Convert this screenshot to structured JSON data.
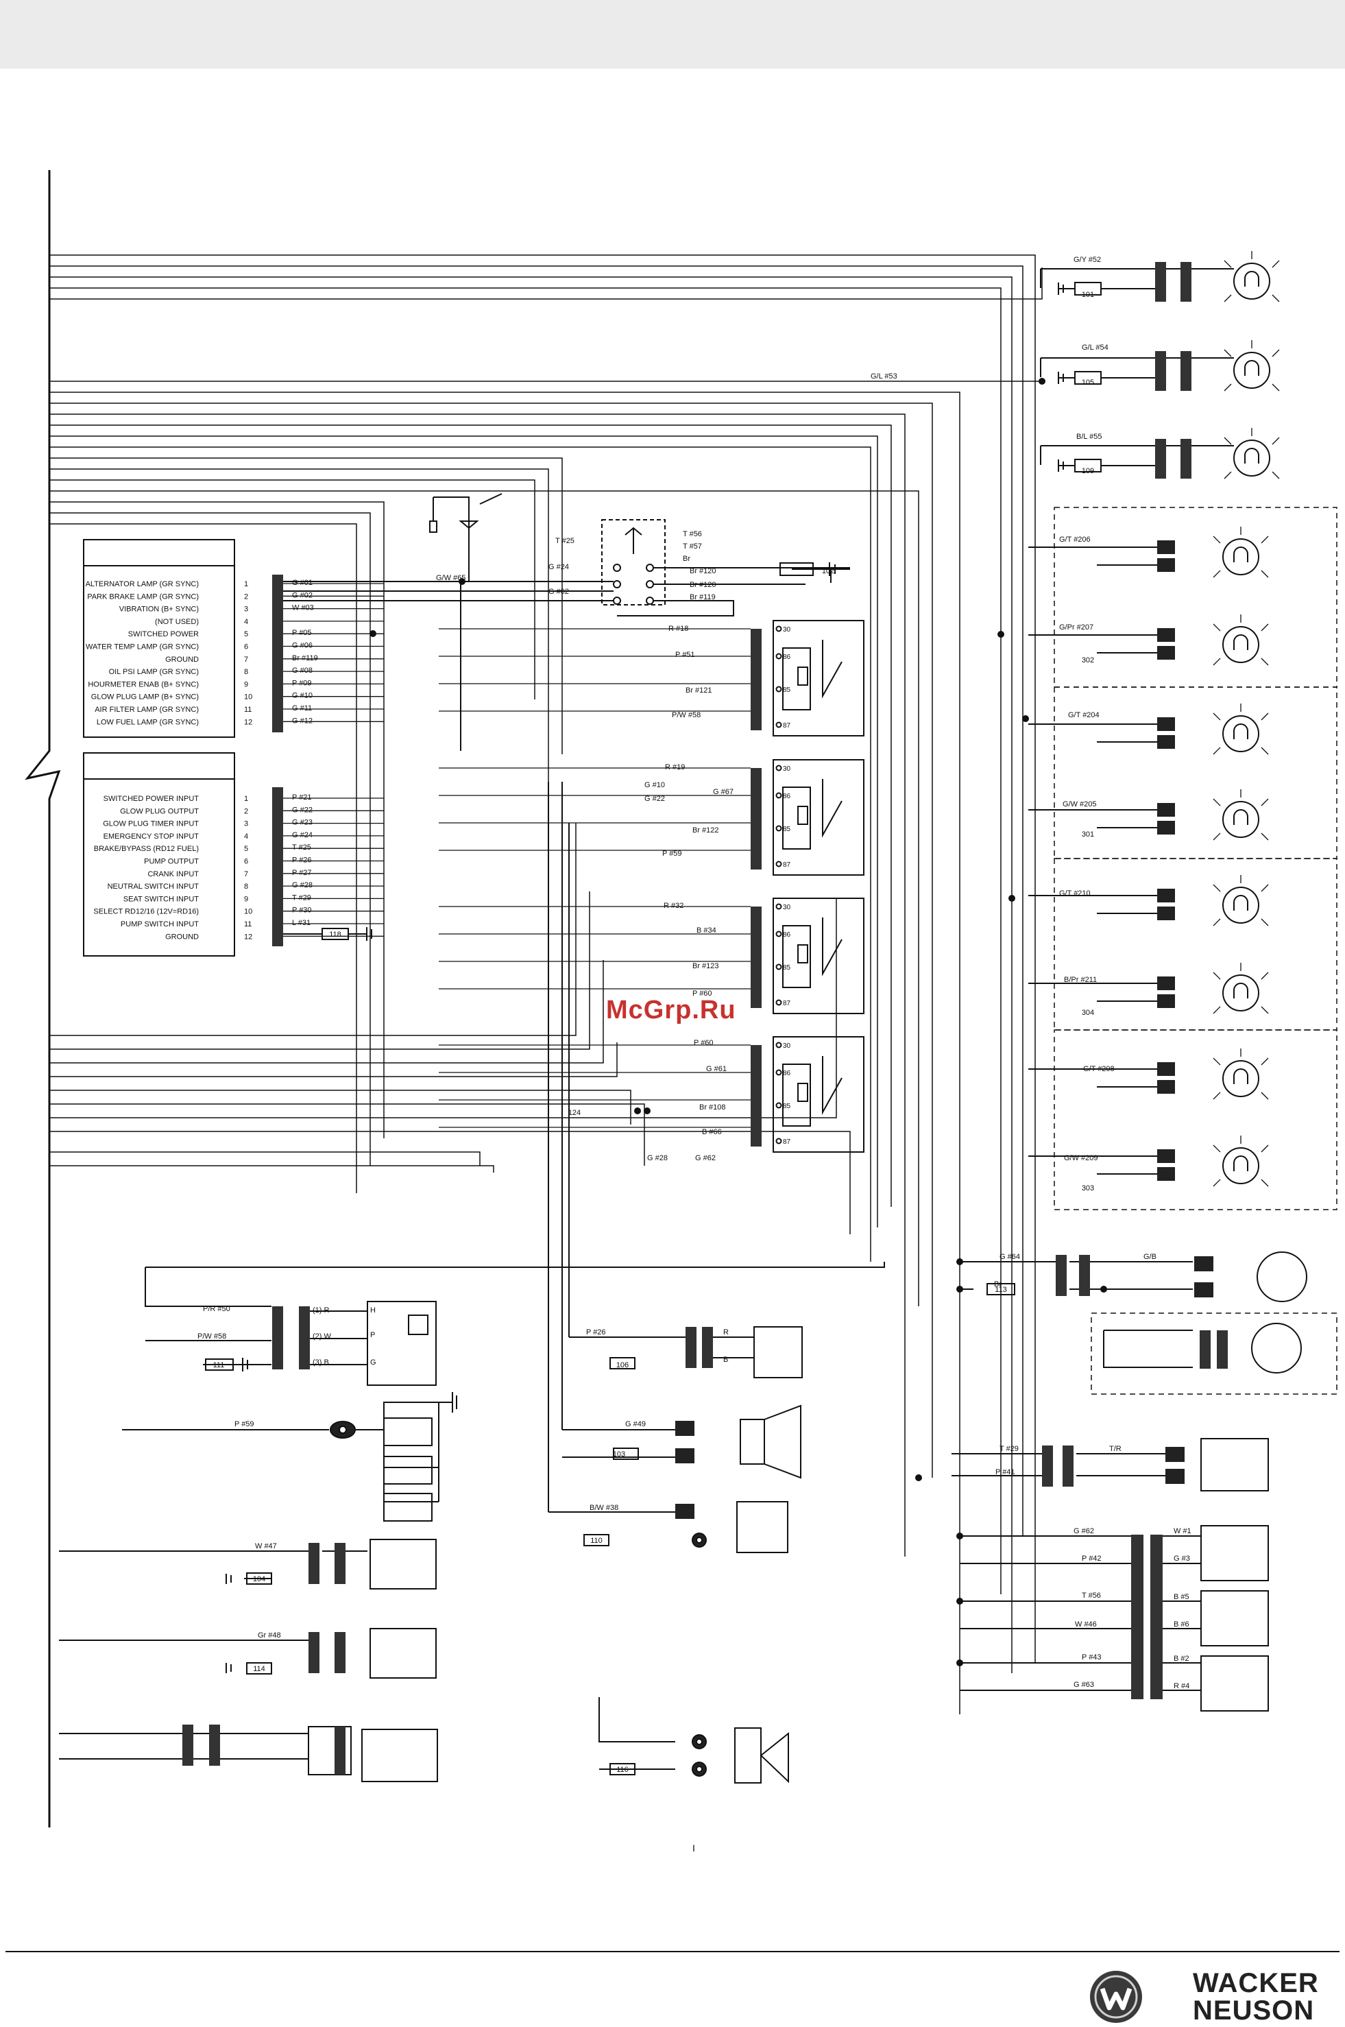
{
  "watermark": "McGrp.Ru",
  "brand": {
    "line1": "WACKER",
    "line2": "NEUSON"
  },
  "page_mark": "I",
  "module1_pins": [
    {
      "n": "1",
      "label": "ALTERNATOR LAMP (GR SYNC)",
      "wire": "G #01"
    },
    {
      "n": "2",
      "label": "PARK BRAKE LAMP (GR SYNC)",
      "wire": "G #02"
    },
    {
      "n": "3",
      "label": "VIBRATION (B+ SYNC)",
      "wire": "W #03"
    },
    {
      "n": "4",
      "label": "(NOT USED)",
      "wire": ""
    },
    {
      "n": "5",
      "label": "SWITCHED POWER",
      "wire": "P #05"
    },
    {
      "n": "6",
      "label": "WATER TEMP LAMP (GR SYNC)",
      "wire": "G #06"
    },
    {
      "n": "7",
      "label": "GROUND",
      "wire": "Br #119"
    },
    {
      "n": "8",
      "label": "OIL PSI LAMP (GR SYNC)",
      "wire": "G #08"
    },
    {
      "n": "9",
      "label": "HOURMETER ENAB (B+ SYNC)",
      "wire": "P #09"
    },
    {
      "n": "10",
      "label": "GLOW PLUG LAMP (B+ SYNC)",
      "wire": "G #10"
    },
    {
      "n": "11",
      "label": "AIR FILTER LAMP (GR SYNC)",
      "wire": "G #11"
    },
    {
      "n": "12",
      "label": "LOW FUEL LAMP (GR SYNC)",
      "wire": "G #12"
    }
  ],
  "module2_pins": [
    {
      "n": "1",
      "label": "SWITCHED POWER INPUT",
      "wire": "P #21"
    },
    {
      "n": "2",
      "label": "GLOW PLUG OUTPUT",
      "wire": "G #22"
    },
    {
      "n": "3",
      "label": "GLOW PLUG TIMER INPUT",
      "wire": "G #23"
    },
    {
      "n": "4",
      "label": "EMERGENCY STOP INPUT",
      "wire": "G #24"
    },
    {
      "n": "5",
      "label": "BRAKE/BYPASS (RD12 FUEL)",
      "wire": "T #25"
    },
    {
      "n": "6",
      "label": "PUMP OUTPUT",
      "wire": "P #26"
    },
    {
      "n": "7",
      "label": "CRANK INPUT",
      "wire": "P #27"
    },
    {
      "n": "8",
      "label": "NEUTRAL SWITCH INPUT",
      "wire": "G #28"
    },
    {
      "n": "9",
      "label": "SEAT SWITCH INPUT",
      "wire": "T #29"
    },
    {
      "n": "10",
      "label": "SELECT RD12/16 (12V=RD16)",
      "wire": "P #30"
    },
    {
      "n": "11",
      "label": "PUMP SWITCH INPUT",
      "wire": "L #31"
    },
    {
      "n": "12",
      "label": "GROUND",
      "wire": ""
    }
  ],
  "ground_refs": [
    "101",
    "105",
    "109",
    "302",
    "301",
    "304",
    "303",
    "102",
    "118",
    "124",
    "113",
    "111",
    "106",
    "103",
    "110",
    "104",
    "114",
    "116"
  ],
  "lamp_wires": [
    "G/Y #52",
    "G/L #54",
    "B/L #55",
    "G/T #206",
    "G/Pr #207",
    "G/T #204",
    "G/W #205",
    "G/T #210",
    "B/Pr #211",
    "G/T #208",
    "G/W #209",
    "G/L #53"
  ],
  "switch_wires": [
    "T #25",
    "G #24",
    "G #02",
    "T #56",
    "T #57",
    "Br",
    "Br #120",
    "Br #120",
    "Br #119",
    "G/W #65"
  ],
  "relay1_wires": [
    "R #18",
    "P #51",
    "Br #121",
    "P/W #58"
  ],
  "relay2_wires": [
    "R #19",
    "G #10",
    "G #22",
    "G #67",
    "Br #122",
    "P #59"
  ],
  "relay3_wires": [
    "R #32",
    "B #34",
    "Br #123",
    "P #60"
  ],
  "relay4_wires": [
    "P #60",
    "G #61",
    "Br #108",
    "B #66",
    "G #28",
    "G #62"
  ],
  "relay_pins": [
    "30",
    "86",
    "85",
    "87"
  ],
  "lower_wires": {
    "g64": "G #64",
    "gb": "G/B",
    "br": "Br",
    "pr50": "P/R #50",
    "pw58": "P/W #58",
    "r1": "(1) R",
    "w2": "(2) W",
    "b3": "(3) B",
    "h": "H",
    "p": "P",
    "g": "G",
    "p59": "P #59",
    "p26": "P #26",
    "r": "R",
    "b": "B",
    "g49": "G #49",
    "bw38": "B/W #38",
    "w47": "W #47",
    "gr48": "Gr #48",
    "t29": "T #29",
    "p41": "P #41",
    "tr": "T/R",
    "g62": "G #62",
    "p42": "P #42",
    "t56": "T #56",
    "w46": "W #46",
    "p43": "P #43",
    "g63": "G #63",
    "w1": "W #1",
    "g3": "G #3",
    "b5": "B #5",
    "b6": "B #6",
    "b2": "B #2",
    "r4": "R #4"
  }
}
